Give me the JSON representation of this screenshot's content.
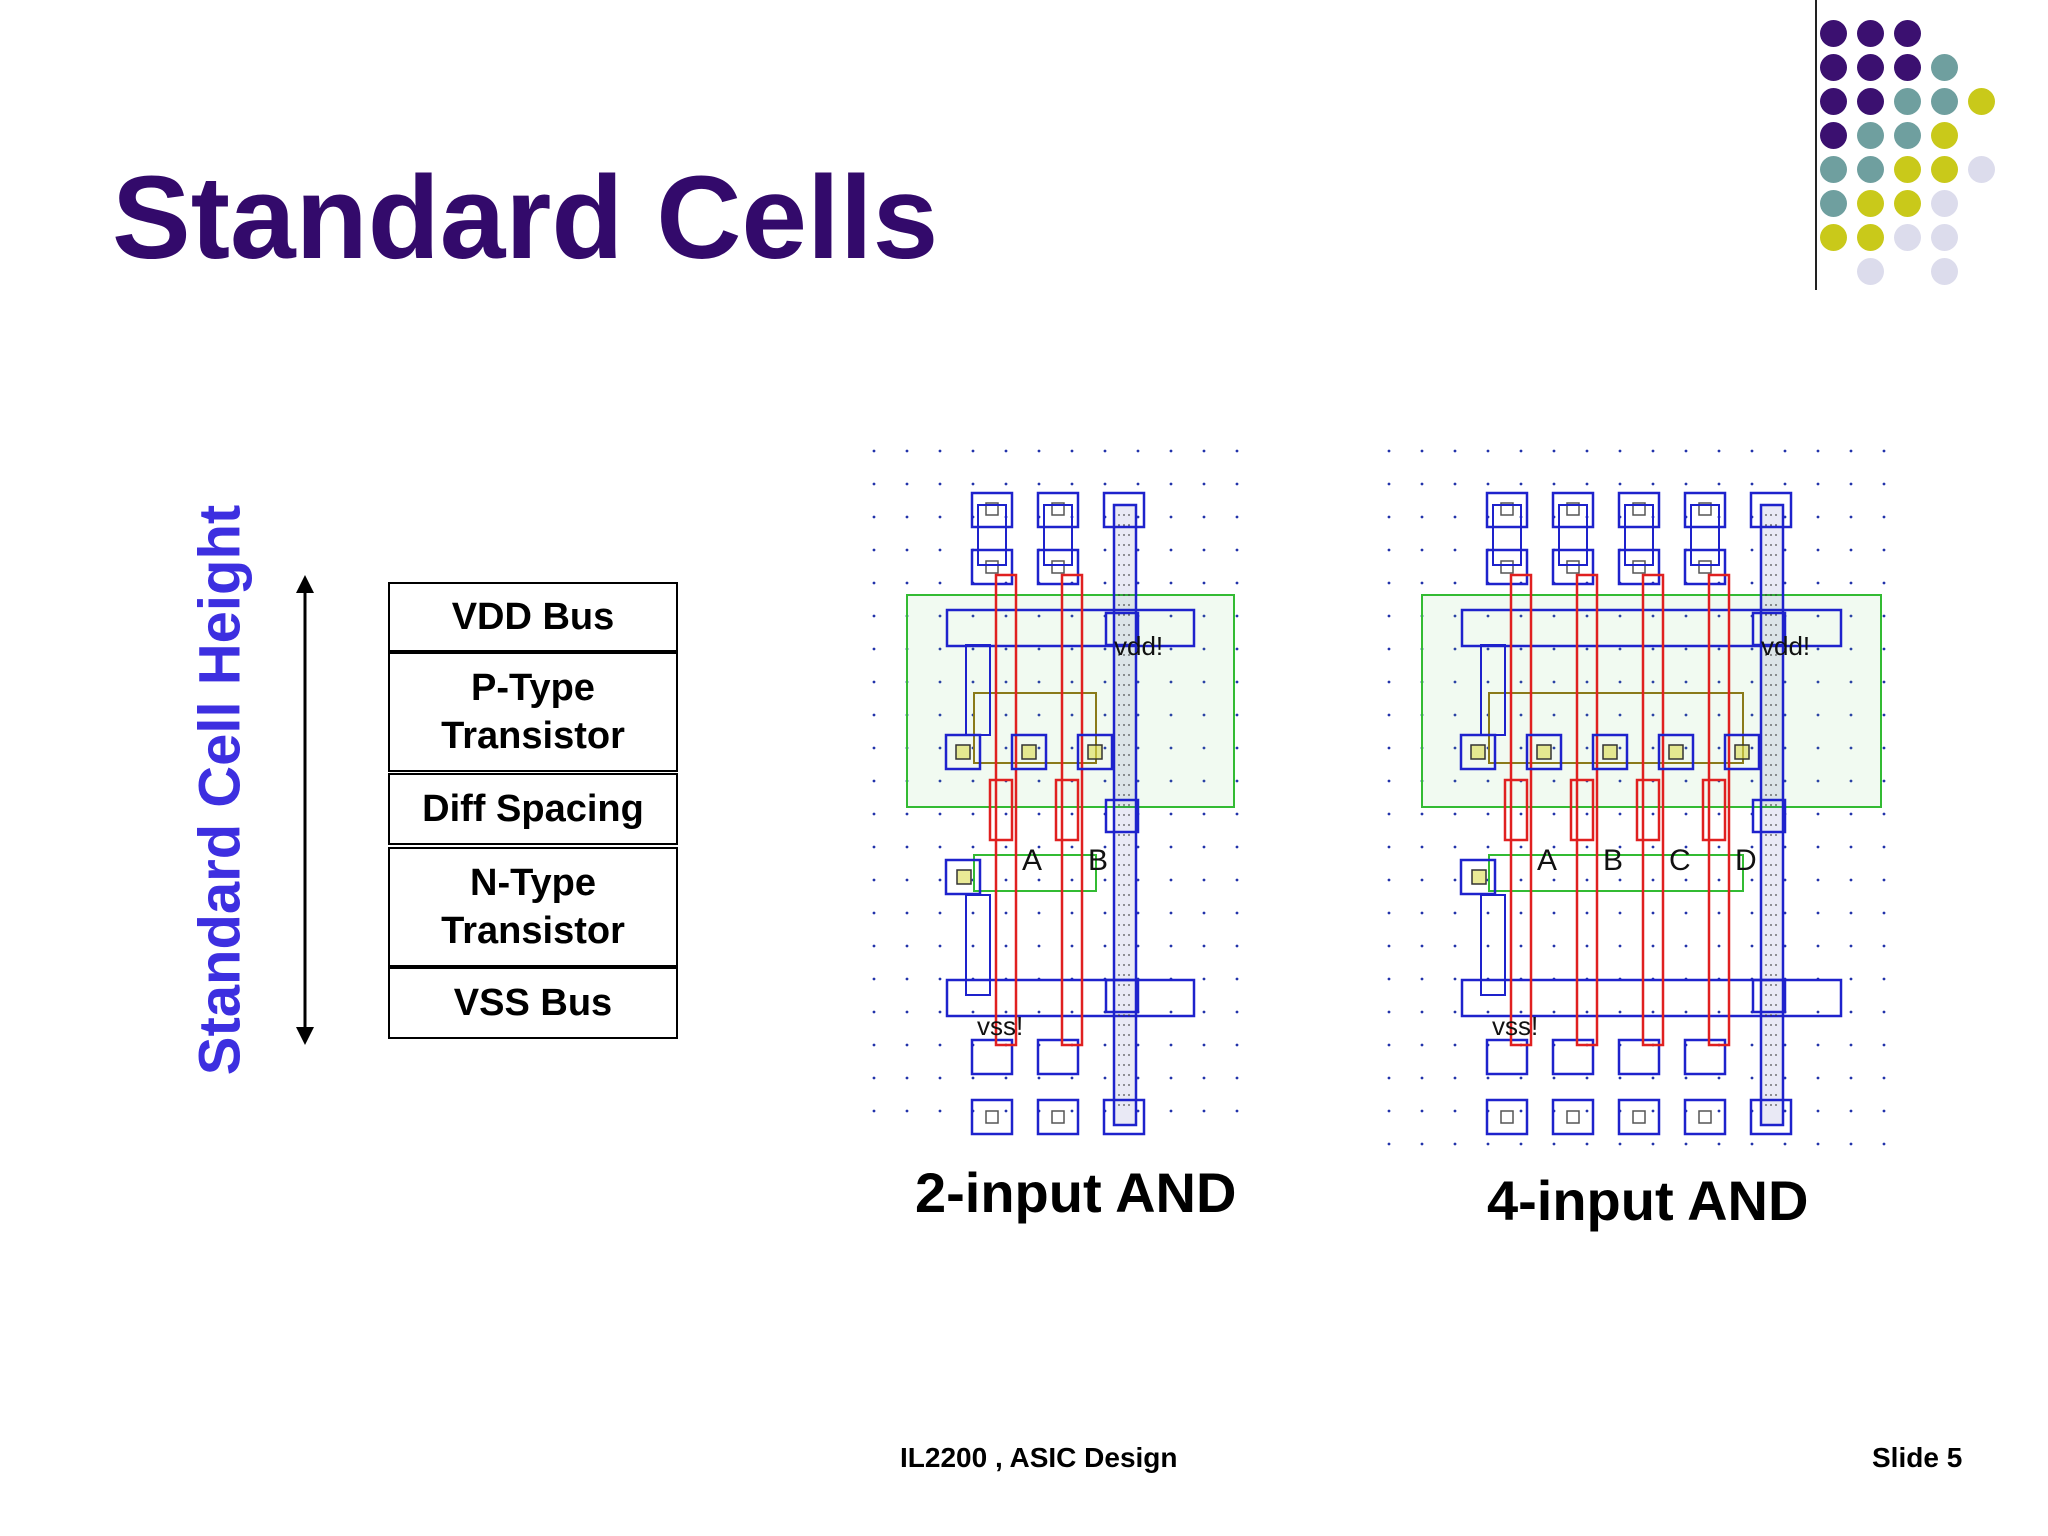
{
  "slide": {
    "title": "Standard Cells",
    "side_label": "Standard Cell Height",
    "cell_stack": [
      {
        "lines": [
          "VDD Bus"
        ]
      },
      {
        "lines": [
          "P-Type",
          "Transistor"
        ]
      },
      {
        "lines": [
          "Diff Spacing"
        ]
      },
      {
        "lines": [
          "N-Type",
          "Transistor"
        ]
      },
      {
        "lines": [
          "VSS Bus"
        ]
      }
    ],
    "layouts": [
      {
        "caption": "2-input AND",
        "inputs": 2,
        "input_labels": [
          "A",
          "B"
        ],
        "vdd_label": "vdd!",
        "vss_label": "vss!"
      },
      {
        "caption": "4-input AND",
        "inputs": 4,
        "input_labels": [
          "A",
          "B",
          "C",
          "D"
        ],
        "vdd_label": "vdd!",
        "vss_label": "vss!"
      }
    ],
    "footer": {
      "course": "IL2200 , ASIC Design",
      "slide_number": "Slide 5"
    }
  },
  "theme": {
    "title_color": "#330a6b",
    "label_color": "#3d2fe0",
    "dot_palette": [
      "#3b1070",
      "#6f9f9f",
      "#c9c91a",
      "#dcdcec"
    ],
    "layout_colors": {
      "metal": "#1e22cc",
      "poly": "#e02020",
      "well": "#33bb33",
      "diff": "#8a7a1a",
      "grid": "#2233aa"
    }
  }
}
